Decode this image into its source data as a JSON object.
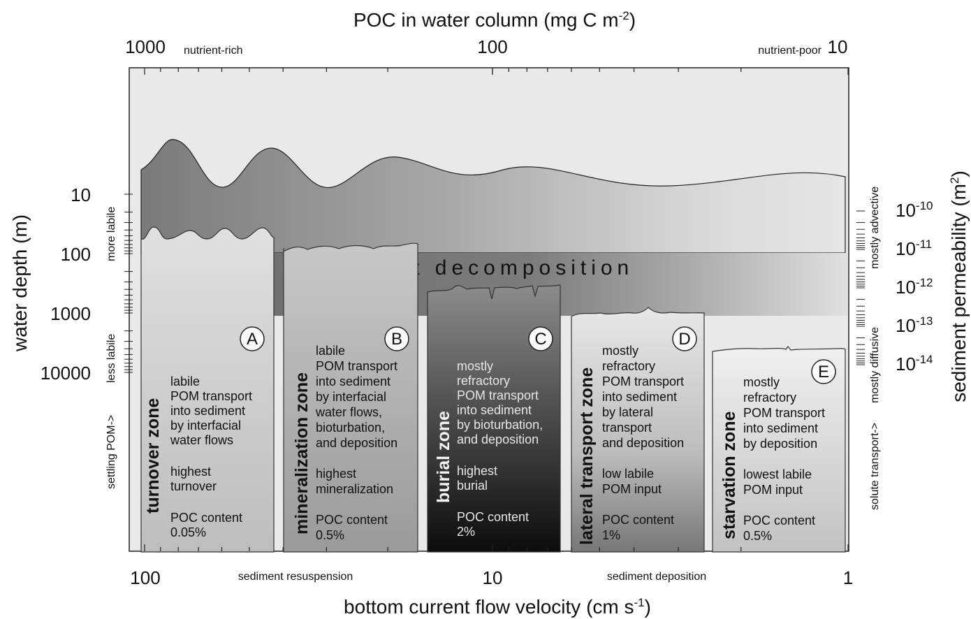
{
  "top_axis": {
    "title": "POC in water column (mg C m-2)",
    "title_main": "POC in water column (mg C m",
    "title_sup": "-2",
    "title_end": ")",
    "ticks": [
      "1000",
      "100",
      "10"
    ],
    "left_note": "nutrient-rich",
    "right_note": "nutrient-poor"
  },
  "bottom_axis": {
    "title": "bottom current flow velocity (cm s-1)",
    "title_main": "bottom current flow velocity (cm s",
    "title_sup": "-1",
    "title_end": ")",
    "ticks": [
      "100",
      "10",
      "1"
    ],
    "left_note": "sediment resuspension",
    "right_note": "sediment deposition"
  },
  "left_axis": {
    "title": "water depth (m)",
    "ticks": [
      "10",
      "100",
      "1000",
      "10000"
    ],
    "note_settling": "settling POM->",
    "note_less": "less labile",
    "note_more": "more labile"
  },
  "right_axis": {
    "title": "sediment permeability (m2)",
    "title_main": "sediment permeability (m",
    "title_sup": "2",
    "title_end": ")",
    "ticks": [
      {
        "base": "10",
        "exp": "-10"
      },
      {
        "base": "10",
        "exp": "-11"
      },
      {
        "base": "10",
        "exp": "-12"
      },
      {
        "base": "10",
        "exp": "-13"
      },
      {
        "base": "10",
        "exp": "-14"
      }
    ],
    "note_solute": "solute transport->",
    "note_diffusive": "mostly diffusive",
    "note_advective": "mostly advective"
  },
  "layer_label": "layer of highest decomposition",
  "zones": [
    {
      "letter": "A",
      "title": "turnover zone",
      "desc": [
        "labile",
        "POM transport",
        "into sediment",
        "by interfacial",
        "water flows"
      ],
      "highlight": [
        "highest",
        "turnover"
      ],
      "poc": [
        "POC content",
        "0.05%"
      ]
    },
    {
      "letter": "B",
      "title": "mineralization zone",
      "desc": [
        "labile",
        "POM transport",
        "into sediment",
        "by interfacial",
        "water flows,",
        "bioturbation,",
        "and deposition"
      ],
      "highlight": [
        "highest",
        "mineralization"
      ],
      "poc": [
        "POC content",
        "0.5%"
      ]
    },
    {
      "letter": "C",
      "title": "burial zone",
      "desc": [
        "mostly",
        "refractory",
        "POM transport",
        "into sediment",
        "by bioturbation,",
        "and deposition"
      ],
      "highlight": [
        "highest",
        "burial"
      ],
      "poc": [
        "POC content",
        "2%"
      ]
    },
    {
      "letter": "D",
      "title": "lateral transport zone",
      "desc": [
        "mostly",
        "refractory",
        "POM transport",
        "into sediment",
        "by lateral",
        "transport",
        "and deposition"
      ],
      "highlight": [
        "low labile",
        "POM input"
      ],
      "poc": [
        "POC content",
        "1%"
      ]
    },
    {
      "letter": "E",
      "title": "starvation zone",
      "desc": [
        "mostly",
        "refractory",
        "POM transport",
        "into sediment",
        "by deposition"
      ],
      "highlight": [
        "lowest labile",
        "POM input"
      ],
      "poc": [
        "POC content",
        "0.5%"
      ]
    }
  ],
  "colors": {
    "background": "#e9e9e9",
    "layer": "#6e6e6e",
    "zone_c_dark": "#111111"
  }
}
